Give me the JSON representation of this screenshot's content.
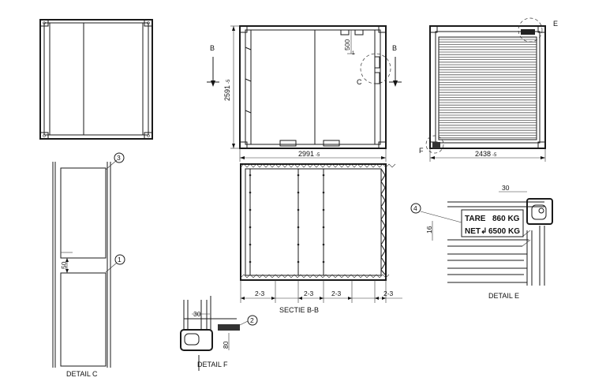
{
  "dimensions": {
    "height": "2591",
    "height_tol": "-5",
    "length": "2991",
    "length_tol": "-5",
    "width": "2438",
    "width_tol": "-5",
    "door_offset": "500",
    "gap_c": "50",
    "detail_e_w": "30",
    "detail_e_h": "16",
    "detail_f_w": "30",
    "detail_f_h": "80",
    "seg_1": "2-3",
    "seg_2": "2-3",
    "seg_3": "2-3",
    "seg_4": "2-3"
  },
  "section_marks": {
    "left": "B",
    "right": "B"
  },
  "detail_marks": {
    "c": "C",
    "e": "E",
    "f": "F"
  },
  "balloons": {
    "b1": "1",
    "b2": "2",
    "b3": "3",
    "b4": "4"
  },
  "plate": {
    "tare_label": "TARE",
    "tare_value": "860 KG",
    "net_label": "NET↲",
    "net_value": "6500 KG"
  },
  "titles": {
    "section": "SECTIE B-B",
    "detail_c": "DETAIL C",
    "detail_e": "DETAIL E",
    "detail_f": "DETAIL F"
  }
}
